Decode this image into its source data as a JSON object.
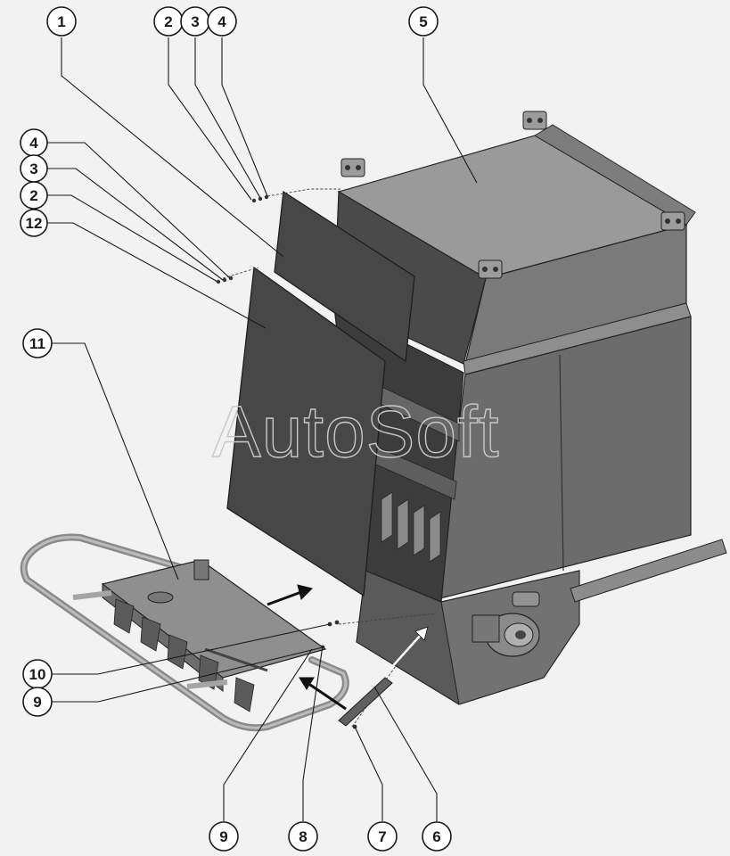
{
  "watermark": "AutoSoft",
  "callouts": [
    {
      "id": "c1",
      "label": "1"
    },
    {
      "id": "c2a",
      "label": "2"
    },
    {
      "id": "c3a",
      "label": "3"
    },
    {
      "id": "c4a",
      "label": "4"
    },
    {
      "id": "c5",
      "label": "5"
    },
    {
      "id": "c4b",
      "label": "4"
    },
    {
      "id": "c3b",
      "label": "3"
    },
    {
      "id": "c2b",
      "label": "2"
    },
    {
      "id": "c12",
      "label": "12"
    },
    {
      "id": "c11",
      "label": "11"
    },
    {
      "id": "c10",
      "label": "10"
    },
    {
      "id": "c9a",
      "label": "9"
    },
    {
      "id": "c9b",
      "label": "9"
    },
    {
      "id": "c8",
      "label": "8"
    },
    {
      "id": "c7",
      "label": "7"
    },
    {
      "id": "c6",
      "label": "6"
    }
  ]
}
